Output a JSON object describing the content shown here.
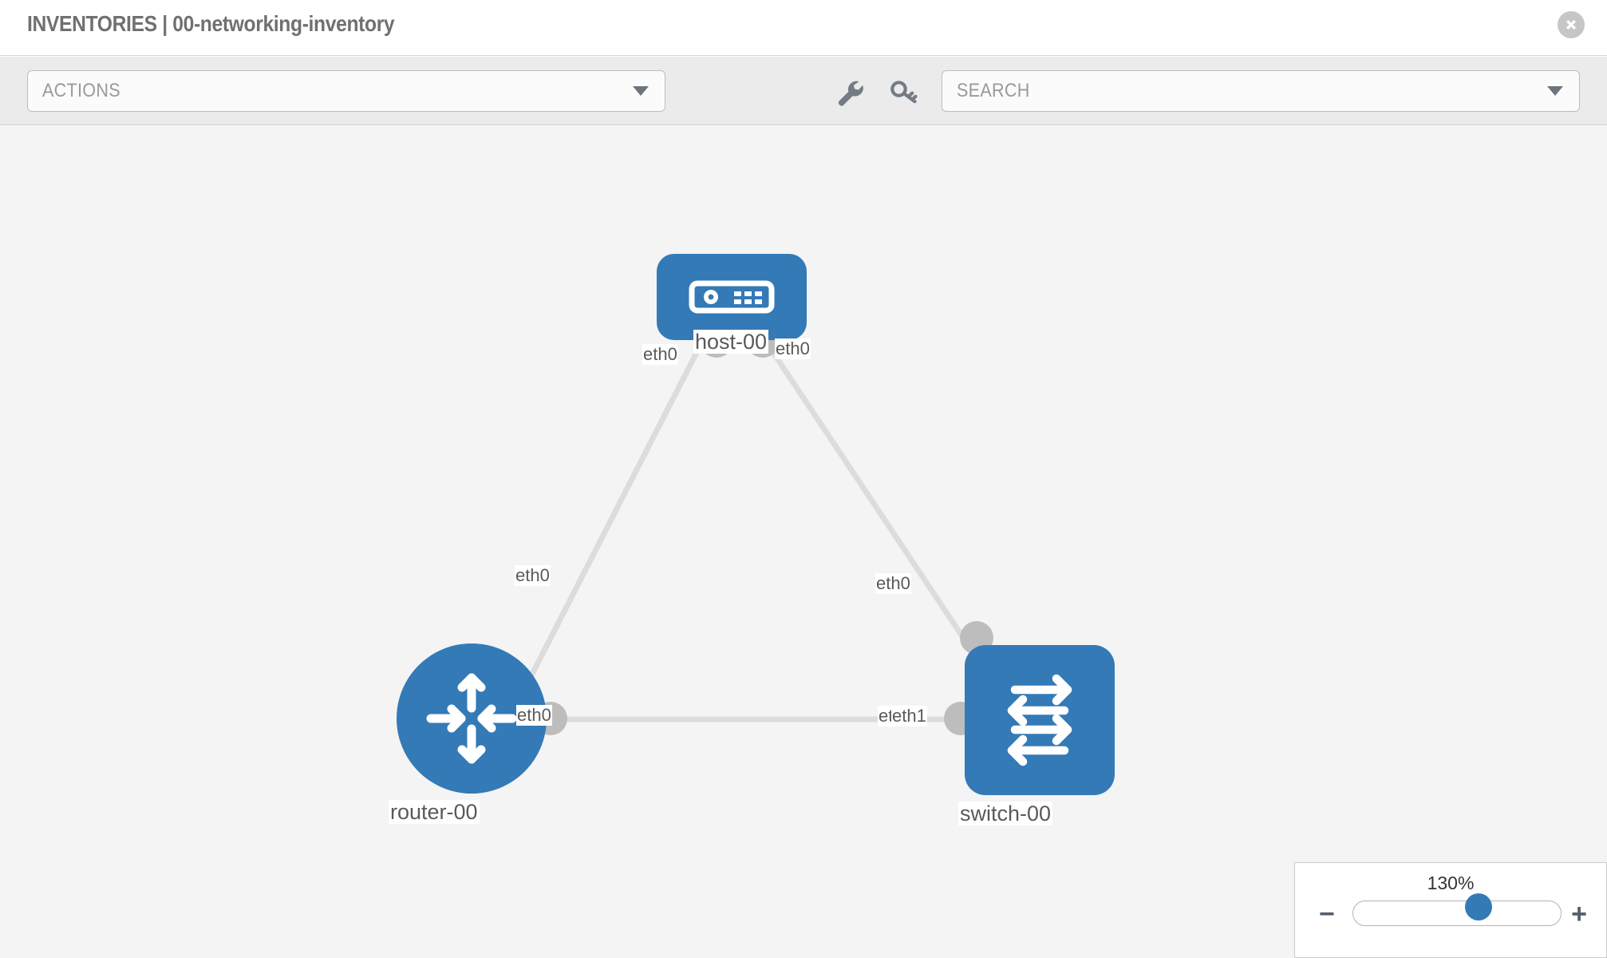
{
  "header": {
    "title": "INVENTORIES | 00-networking-inventory",
    "close_icon": "close-circle-icon"
  },
  "toolbar": {
    "actions_label": "ACTIONS",
    "search_placeholder": "SEARCH",
    "wrench_icon": "wrench-icon",
    "key_icon": "key-icon",
    "caret_icon": "chevron-down-icon"
  },
  "topology": {
    "accent_color": "#337ab7",
    "port_color": "#bdbdbd",
    "link_color": "#dcdcdc",
    "canvas_color": "#f4f4f4",
    "nodes": [
      {
        "id": "host-00",
        "label": "host-00",
        "icon": "server-appliance-icon",
        "shape": "rounded-rect"
      },
      {
        "id": "router-00",
        "label": "router-00",
        "icon": "router-arrows-icon",
        "shape": "circle"
      },
      {
        "id": "switch-00",
        "label": "switch-00",
        "icon": "switch-arrows-icon",
        "shape": "rounded-square"
      }
    ],
    "port_labels": [
      {
        "id": "host-left-port",
        "label": "eth0"
      },
      {
        "id": "host-right-port",
        "label": "eth0"
      },
      {
        "id": "router-up-port",
        "label": "eth0"
      },
      {
        "id": "router-right-port",
        "label": "eth0"
      },
      {
        "id": "switch-up-port",
        "label": "eth0"
      },
      {
        "id": "switch-left-port-a",
        "label": "eth0"
      },
      {
        "id": "switch-left-port-b",
        "label": "eth1"
      }
    ],
    "links": [
      {
        "from": "host-00",
        "to": "router-00"
      },
      {
        "from": "host-00",
        "to": "switch-00"
      },
      {
        "from": "router-00",
        "to": "switch-00"
      }
    ]
  },
  "zoom": {
    "value_label": "130%",
    "minus_label": "−",
    "plus_label": "+",
    "thumb_position_percent": 62
  }
}
